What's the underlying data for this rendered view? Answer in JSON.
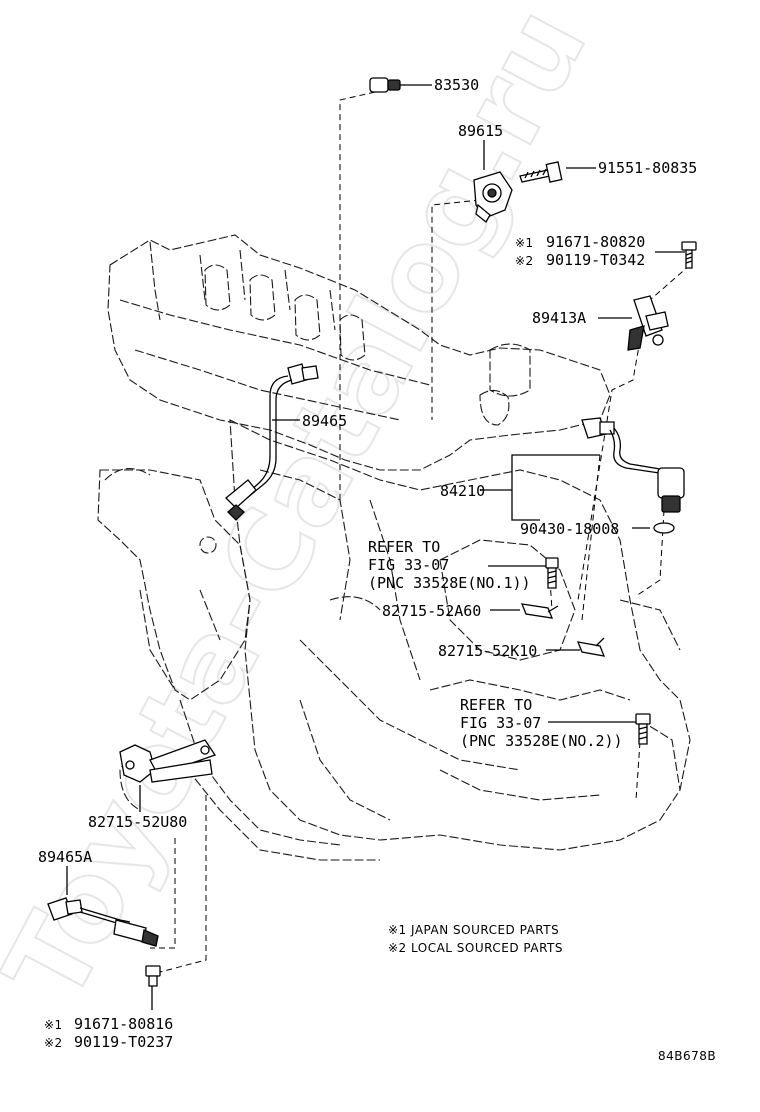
{
  "watermark": "Toyota-Catalog.ru",
  "labels": {
    "p83530": "83530",
    "p89615": "89615",
    "p91551": "91551-80835",
    "p91671a_mark": "※1",
    "p91671a": "91671-80820",
    "p90119a_mark": "※2",
    "p90119a": "90119-T0342",
    "p89413A": "89413A",
    "p89465": "89465",
    "p84210": "84210",
    "p90430": "90430-18008",
    "refer1_l1": "REFER TO",
    "refer1_l2": "FIG 33-07",
    "refer1_l3": "(PNC 33528E(NO.1))",
    "p82715a60": "82715-52A60",
    "p82715k10": "82715-52K10",
    "refer2_l1": "REFER TO",
    "refer2_l2": "FIG 33-07",
    "refer2_l3": "(PNC 33528E(NO.2))",
    "p82715u80": "82715-52U80",
    "p89465A": "89465A",
    "p91671b_mark": "※1",
    "p91671b": "91671-80816",
    "p90119b_mark": "※2",
    "p90119b": "90119-T0237"
  },
  "notes": {
    "note1": "※1 JAPAN SOURCED PARTS",
    "note2": "※2 LOCAL SOURCED PARTS"
  },
  "figure_code": "84B678B"
}
